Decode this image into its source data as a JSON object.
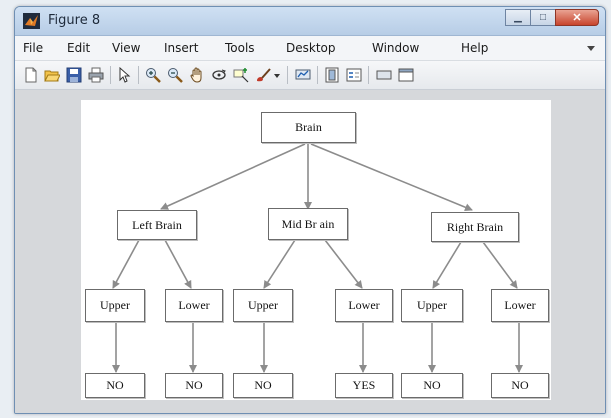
{
  "window": {
    "title": "Figure 8"
  },
  "menu": [
    "File",
    "Edit",
    "View",
    "Insert",
    "Tools",
    "Desktop",
    "Window",
    "Help"
  ],
  "toolbar": [
    "new-figure-icon",
    "open-file-icon",
    "save-icon",
    "print-icon",
    "pointer-icon",
    "zoom-in-icon",
    "zoom-out-icon",
    "pan-hand-icon",
    "rotate-3d-icon",
    "data-cursor-icon",
    "brush-icon",
    "brush-dropdown-icon",
    "link-plot-icon",
    "colorbar-icon",
    "legend-icon",
    "hide-plot-tools-icon",
    "show-plot-tools-icon"
  ],
  "tree": {
    "root": "Brain",
    "level1": [
      "Left Brain",
      "Mid Br ain",
      "Right Brain"
    ],
    "level2": [
      "Upper",
      "Lower",
      "Upper",
      "Lower",
      "Upper",
      "Lower"
    ],
    "leaves": [
      "NO",
      "NO",
      "NO",
      "YES",
      "NO",
      "NO"
    ]
  },
  "colors": {
    "titlebar": "#bcd1ea",
    "edge": "#8c8c8c",
    "canvas": "#ffffff"
  }
}
